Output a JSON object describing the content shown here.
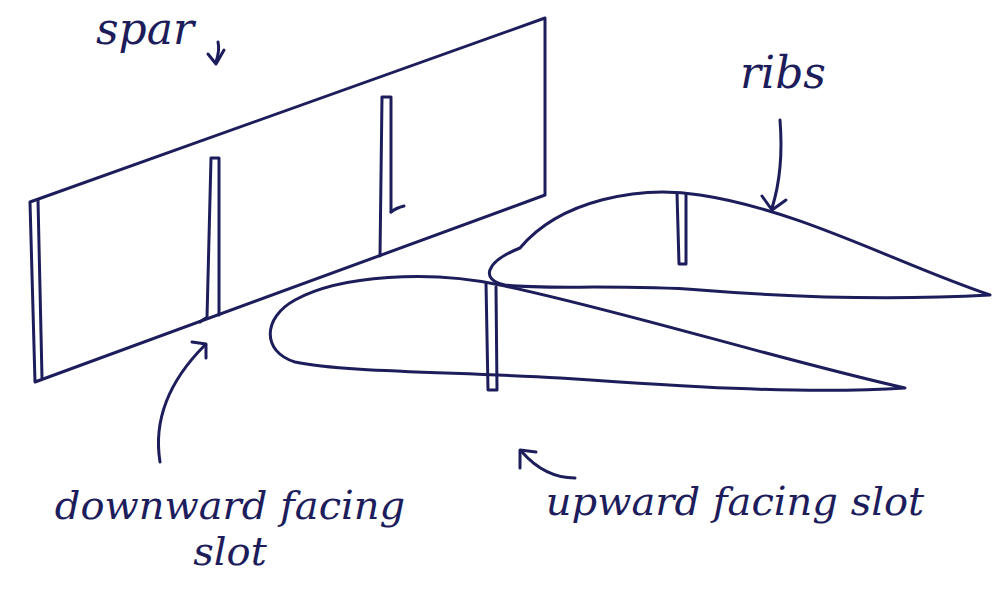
{
  "diagram": {
    "labels": [
      "spar",
      "ribs",
      "downward facing slot",
      "upward facing slot"
    ]
  }
}
